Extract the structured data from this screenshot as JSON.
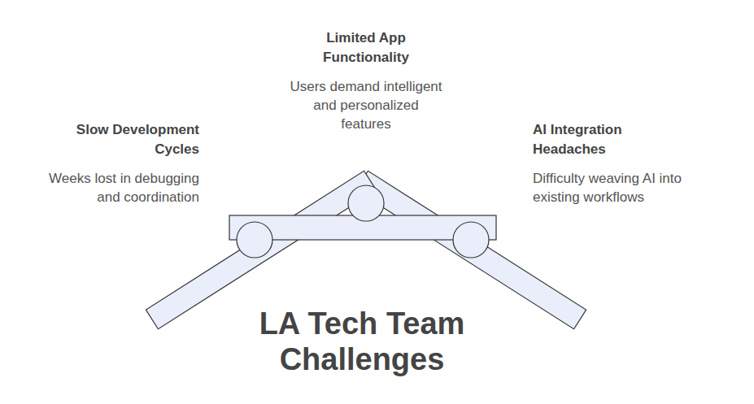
{
  "diagram": {
    "title": "LA Tech Team Challenges",
    "labels": [
      "Limited App Functionality",
      "Users demand intelligent and personalized features",
      "Slow Development Cycles",
      "Weeks lost in debugging and coordination",
      "AI Integration Headaches",
      "Difficulty weaving AI into existing workflows"
    ]
  }
}
